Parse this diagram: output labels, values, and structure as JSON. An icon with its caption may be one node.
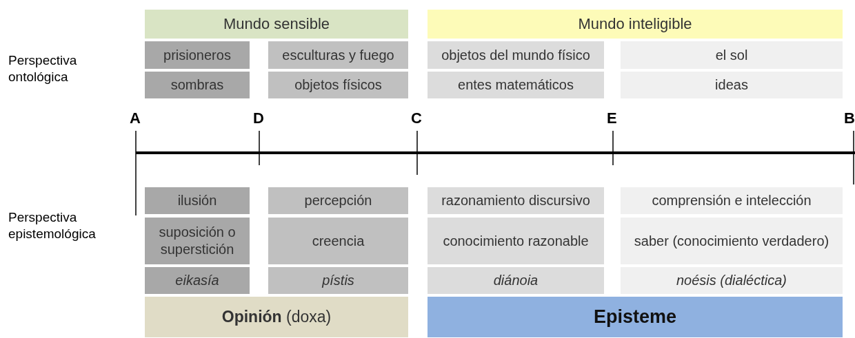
{
  "diagram": {
    "nodes": [
      {
        "text": [
          "Mundo sensible"
        ]
      },
      {
        "text": [
          "Mundo inteligible"
        ]
      },
      {
        "text": [
          "prisioneros"
        ]
      },
      {
        "text": [
          "esculturas y fuego"
        ]
      },
      {
        "text": [
          "objetos del mundo físico"
        ]
      },
      {
        "text": [
          "el sol"
        ]
      },
      {
        "text": [
          "sombras"
        ]
      },
      {
        "text": [
          "objetos físicos"
        ]
      },
      {
        "text": [
          "entes matemáticos"
        ]
      },
      {
        "text": [
          "ideas"
        ]
      },
      {
        "text": [
          "ilusión"
        ]
      },
      {
        "text": [
          "percepción"
        ]
      },
      {
        "text": [
          "razonamiento discursivo"
        ]
      },
      {
        "text": [
          "comprensión e intelección"
        ]
      },
      {
        "text": [
          "suposición o superstición"
        ]
      },
      {
        "text": [
          "creencia"
        ]
      },
      {
        "text": [
          "conocimiento razonable"
        ]
      },
      {
        "text": [
          "saber (conocimiento verdadero)"
        ]
      },
      {
        "text": [
          "eikasía"
        ]
      },
      {
        "text": [
          "pístis"
        ]
      },
      {
        "text": [
          "diánoia"
        ]
      },
      {
        "text": [
          "noésis (dialéctica)"
        ]
      },
      {
        "text": [
          "**Opinión** (doxa)"
        ]
      },
      {
        "text": [
          "Episteme"
        ]
      }
    ],
    "labels": [
      "Perspectiva ontológica",
      "Perspectiva epistemológica",
      "A",
      "D",
      "C",
      "E",
      "B"
    ]
  }
}
